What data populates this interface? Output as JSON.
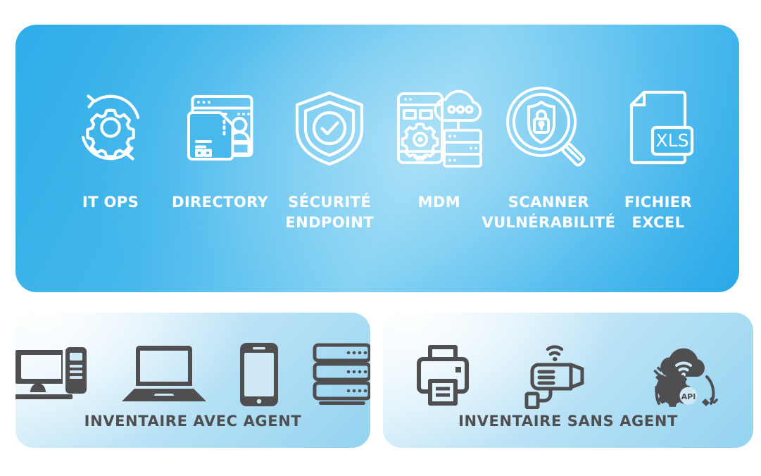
{
  "theme": {
    "panel_blue_start": "#2fade9",
    "panel_blue_mid": "#77cdf2",
    "panel_blue_end": "#2aa9e8",
    "card_light_start": "#eaf7fd",
    "card_light_end": "#93d3f0",
    "label_white": "#ffffff",
    "label_dark": "#4f4f52"
  },
  "sources_panel": {
    "items": [
      {
        "label": "IT OPS",
        "icon": "gear-refresh-icon"
      },
      {
        "label": "DIRECTORY",
        "icon": "directory-window-user-icon"
      },
      {
        "label": "SÉCURITÉ\nENDPOINT",
        "icon": "shield-check-icon"
      },
      {
        "label": "MDM",
        "icon": "mobile-cloud-server-icon"
      },
      {
        "label": "SCANNER\nVULNÉRABILITÉ",
        "icon": "magnifier-shield-lock-icon"
      },
      {
        "label": "FICHIER\nEXCEL",
        "icon": "xls-document-icon"
      }
    ]
  },
  "inventory_cards": [
    {
      "title": "INVENTAIRE AVEC AGENT",
      "devices": [
        {
          "icon": "desktop-computer-icon"
        },
        {
          "icon": "laptop-icon"
        },
        {
          "icon": "smartphone-icon"
        },
        {
          "icon": "server-rack-icon"
        }
      ]
    },
    {
      "title": "INVENTAIRE SANS AGENT",
      "devices": [
        {
          "icon": "printer-icon"
        },
        {
          "icon": "ip-camera-wifi-icon"
        },
        {
          "icon": "cloud-api-gear-icon"
        }
      ]
    }
  ],
  "icon_text": {
    "xls_badge": "XLS",
    "api_badge": "API"
  }
}
